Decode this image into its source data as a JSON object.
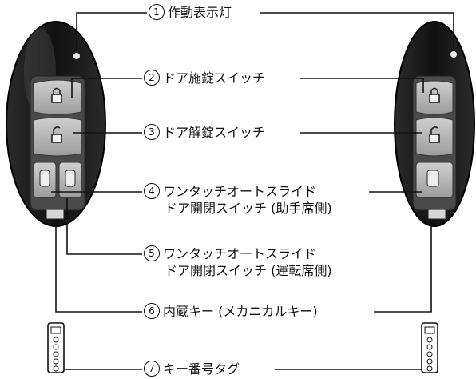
{
  "labels": [
    {
      "num": "1",
      "text": "作動表示灯"
    },
    {
      "num": "2",
      "text": "ドア施錠スイッチ"
    },
    {
      "num": "3",
      "text": "ドア解錠スイッチ"
    },
    {
      "num": "4",
      "text": "ワンタッチオートスライド",
      "text2": "ドア開閉スイッチ (助手席側)"
    },
    {
      "num": "5",
      "text": "ワンタッチオートスライド",
      "text2": "ドア開閉スイッチ (運転席側)"
    },
    {
      "num": "6",
      "text": "内蔵キー (メカニカルキー)"
    },
    {
      "num": "7",
      "text": "キー番号タグ"
    }
  ]
}
